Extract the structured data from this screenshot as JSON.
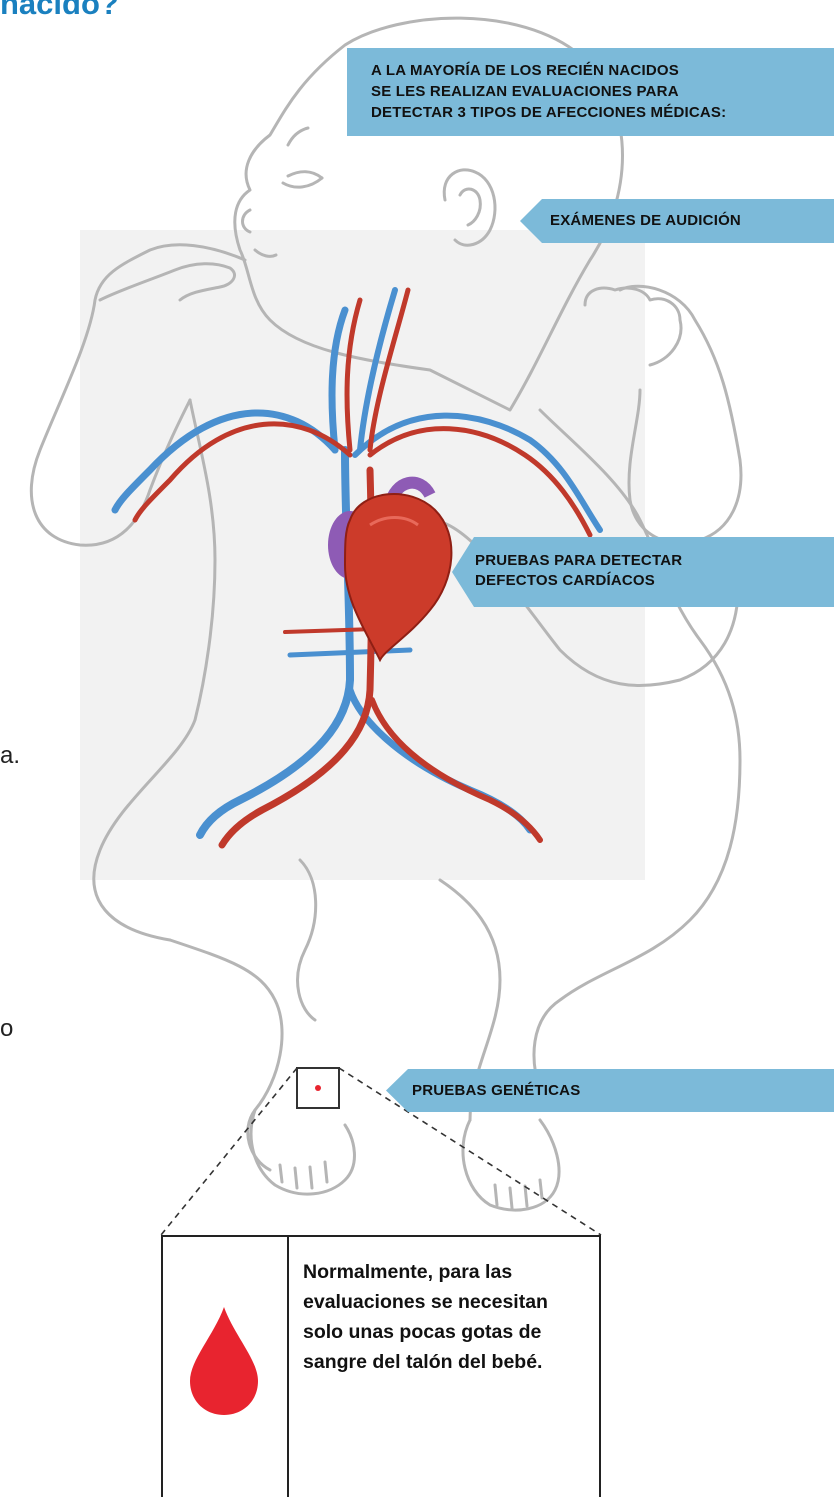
{
  "title_fragment": "nacido?",
  "stray_fragments": [
    "a.",
    "o"
  ],
  "info_box": {
    "lines": [
      "A LA MAYORÍA DE LOS RECIÉN NACIDOS",
      "SE LES REALIZAN EVALUACIONES PARA",
      "DETECTAR 3 TIPOS DE AFECCIONES MÉDICAS:"
    ]
  },
  "tags": {
    "hearing": "EXÁMENES DE AUDICIÓN",
    "heart": [
      "PRUEBAS PARA DETECTAR",
      "DEFECTOS CARDÍACOS"
    ],
    "genetic": "PRUEBAS GENÉTICAS"
  },
  "bottom_note": {
    "lines": [
      "Normalmente, para las",
      "evaluaciones se necesitan",
      "solo unas pocas gotas de",
      "sangre del talón del bebé."
    ]
  },
  "colors": {
    "accent_blue": "#7cbad9",
    "title_blue": "#1a80bf",
    "vein_blue": "#4a90d0",
    "artery_red": "#c0392b",
    "blood_drop": "#e8242f",
    "outline_gray": "#b5b5b5"
  }
}
